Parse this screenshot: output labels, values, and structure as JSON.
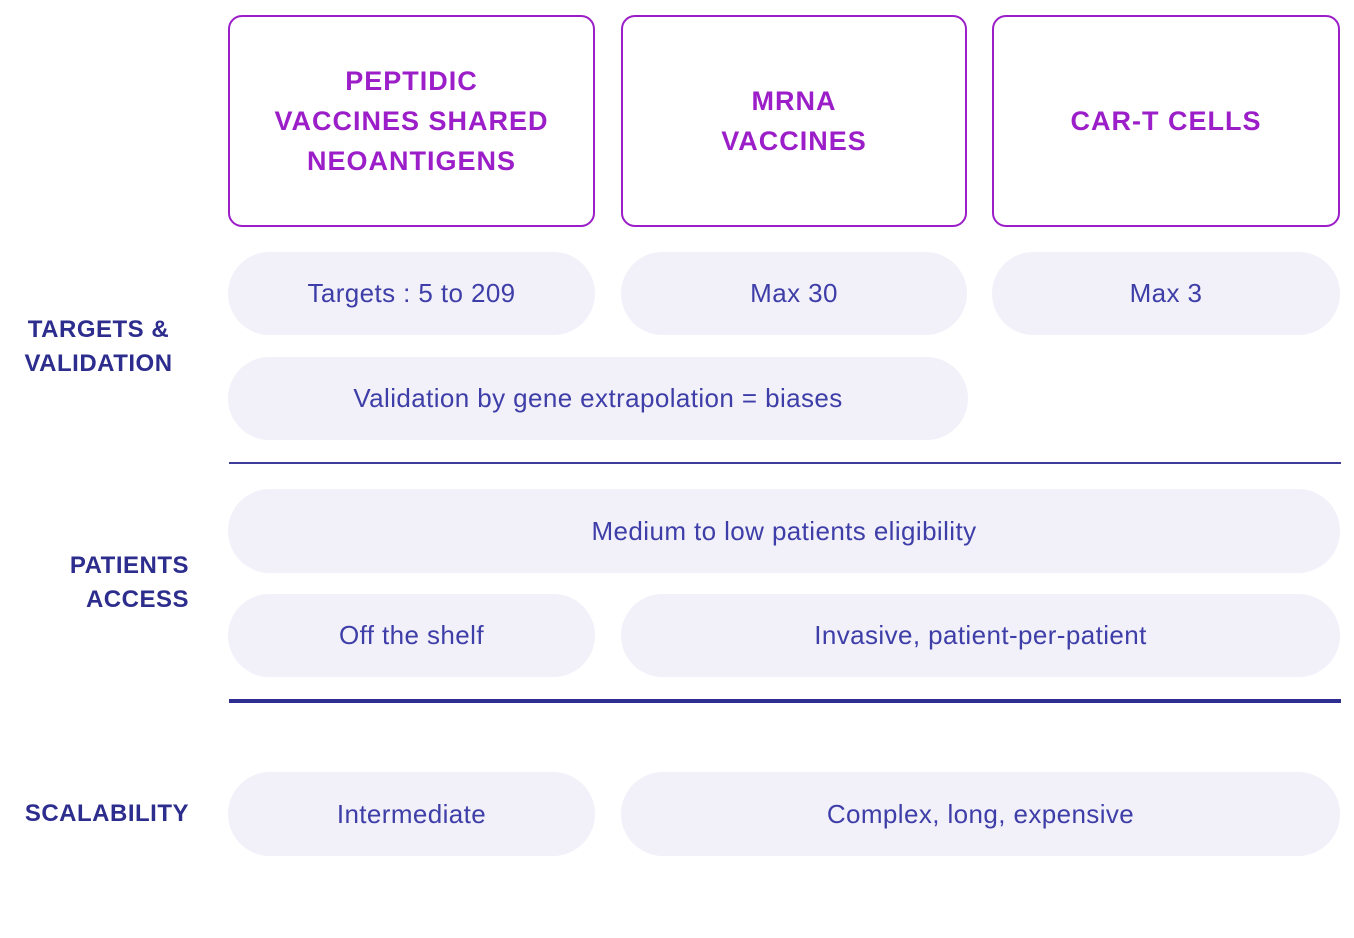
{
  "colors": {
    "background": "#ffffff",
    "header_purple": "#9b1ec9",
    "label_indigo": "#2d2d8e",
    "pill_text_indigo": "#3e3ea8",
    "pill_background": "#f2f0f9",
    "divider_thin": "#3d3d99",
    "divider_thick": "#2e2e90"
  },
  "columns": [
    {
      "title_lines": [
        "PEPTIDIC",
        "VACCINES SHARED",
        "NEOANTIGENS"
      ]
    },
    {
      "title_lines": [
        "MRNA",
        "VACCINES"
      ]
    },
    {
      "title_lines": [
        "CAR-T CELLS"
      ]
    }
  ],
  "sections": [
    {
      "label_lines": [
        "TARGETS &",
        "VALIDATION"
      ],
      "pills": {
        "targets_range": "Targets : 5 to 209",
        "mrna_max": "Max 30",
        "cart_max": "Max 3",
        "validation": "Validation by gene extrapolation = biases"
      }
    },
    {
      "label_lines": [
        "PATIENTS",
        "ACCESS"
      ],
      "pills": {
        "eligibility": "Medium to low patients eligibility",
        "off_the_shelf": "Off the shelf",
        "invasive": "Invasive, patient-per-patient"
      }
    },
    {
      "label_lines": [
        "SCALABILITY"
      ],
      "pills": {
        "intermediate": "Intermediate",
        "complex": "Complex, long, expensive"
      }
    }
  ]
}
